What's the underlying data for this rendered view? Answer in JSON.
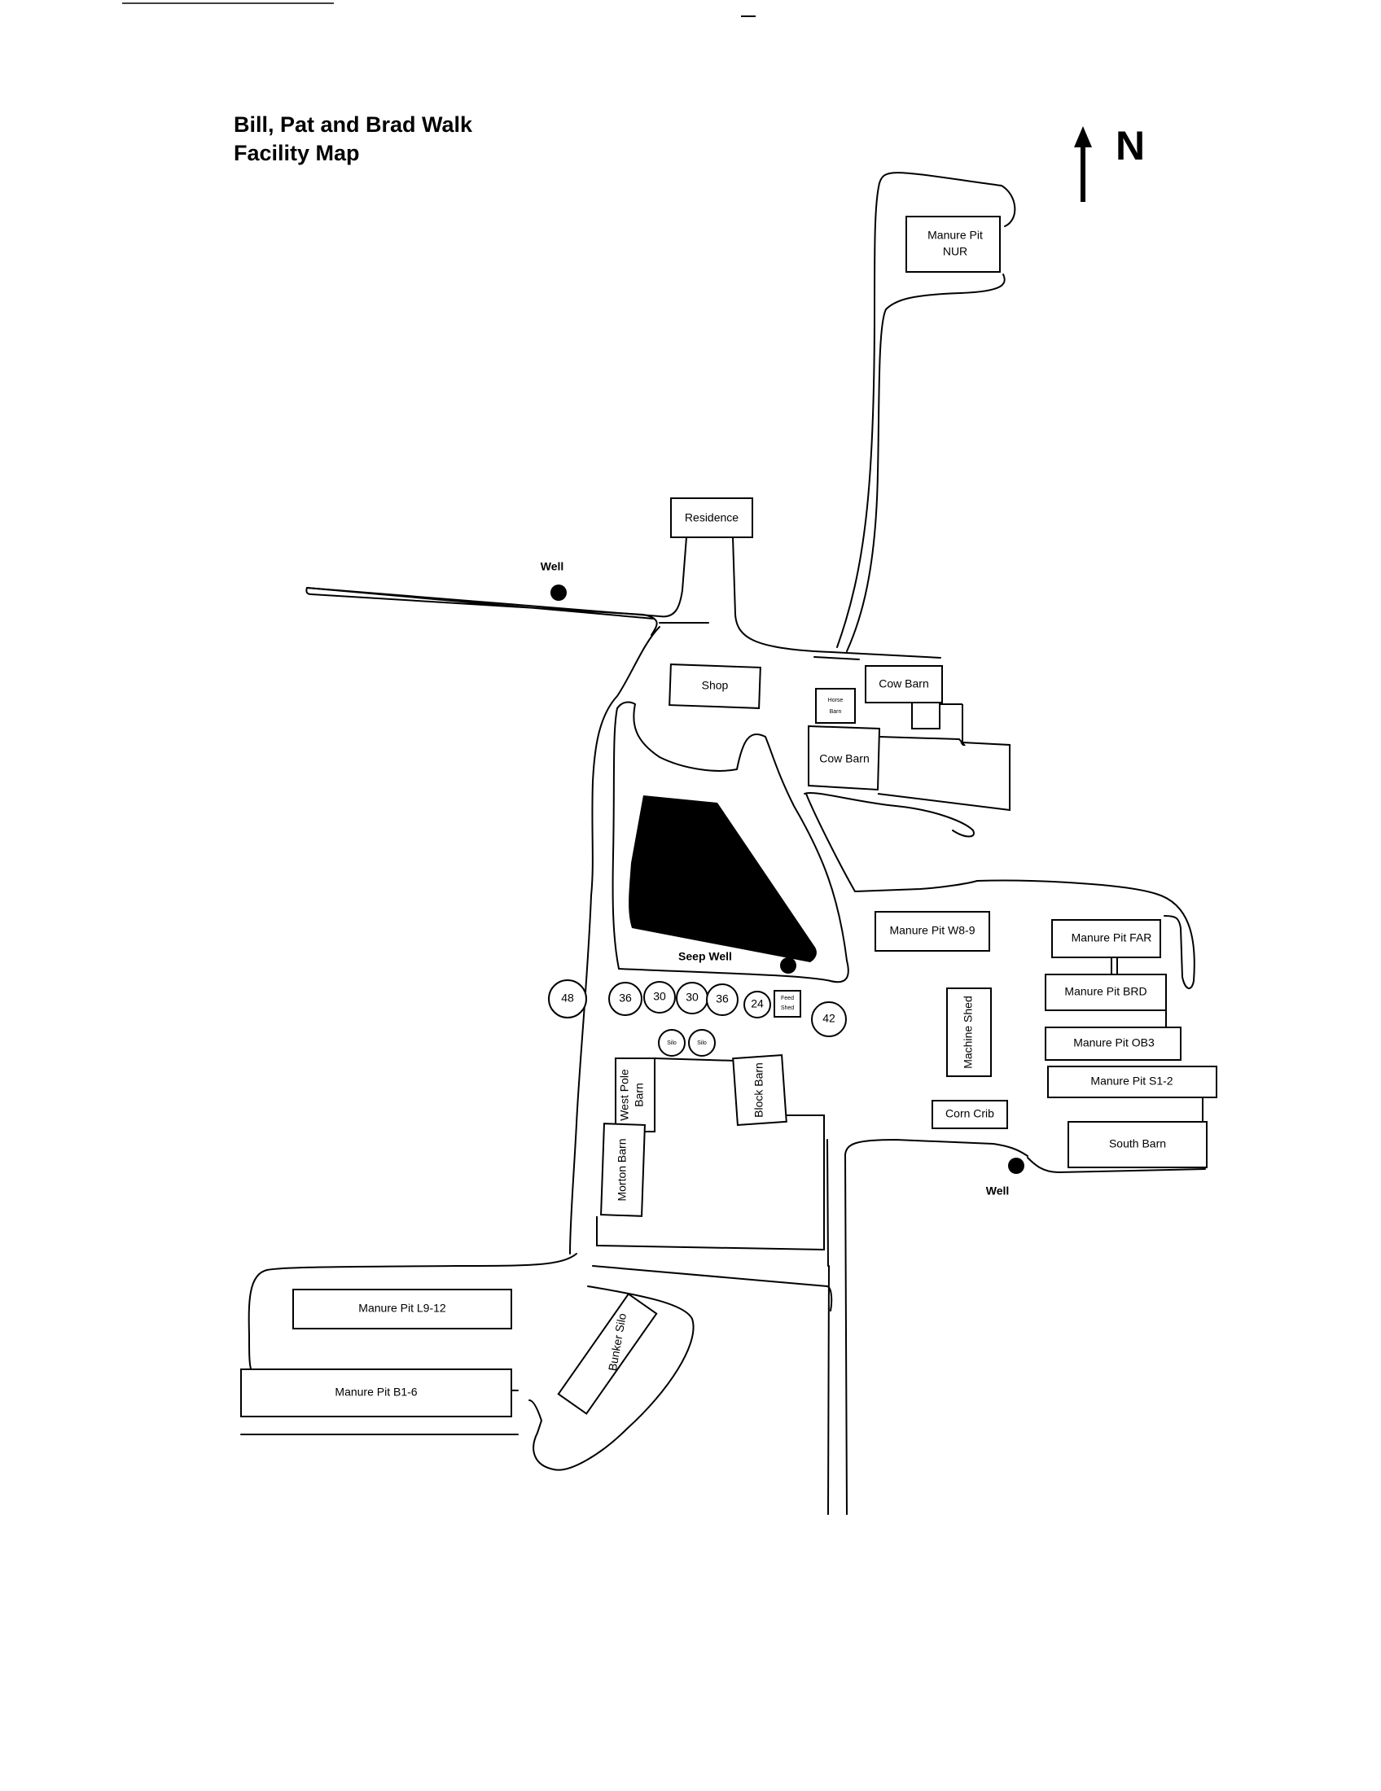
{
  "title": {
    "line1": "Bill, Pat and Brad Walk",
    "line2": "Facility Map"
  },
  "north_label": "N",
  "buildings": {
    "manure_pit_nur_1": "Manure Pit",
    "manure_pit_nur_2": "NUR",
    "residence": "Residence",
    "shop": "Shop",
    "horse_barn_1": "Horse",
    "horse_barn_2": "Barn",
    "cow_barn_north": "Cow Barn",
    "cow_barn_south": "Cow Barn",
    "manure_pit_w8_9": "Manure Pit W8-9",
    "manure_pit_far": "Manure Pit FAR",
    "manure_pit_brd": "Manure Pit BRD",
    "manure_pit_ob3": "Manure Pit OB3",
    "manure_pit_s1_2": "Manure Pit S1-2",
    "machine_shed": "Machine Shed",
    "corn_crib": "Corn Crib",
    "south_barn": "South Barn",
    "west_pole_barn_1": "West Pole",
    "west_pole_barn_2": "Barn",
    "block_barn": "Block Barn",
    "morton_barn": "Morton Barn",
    "feed_shed_1": "Feed",
    "feed_shed_2": "Shed",
    "manure_pit_l9_12": "Manure Pit L9-12",
    "manure_pit_b1_6": "Manure Pit B1-6",
    "bunker_silo": "Bunker Silo",
    "silo_small_1": "Silo",
    "silo_small_2": "Silo"
  },
  "silos": [
    "48",
    "36",
    "30",
    "30",
    "36",
    "24",
    "42"
  ],
  "wells": {
    "west": "Well",
    "seep": "Seep Well",
    "south": "Well"
  }
}
